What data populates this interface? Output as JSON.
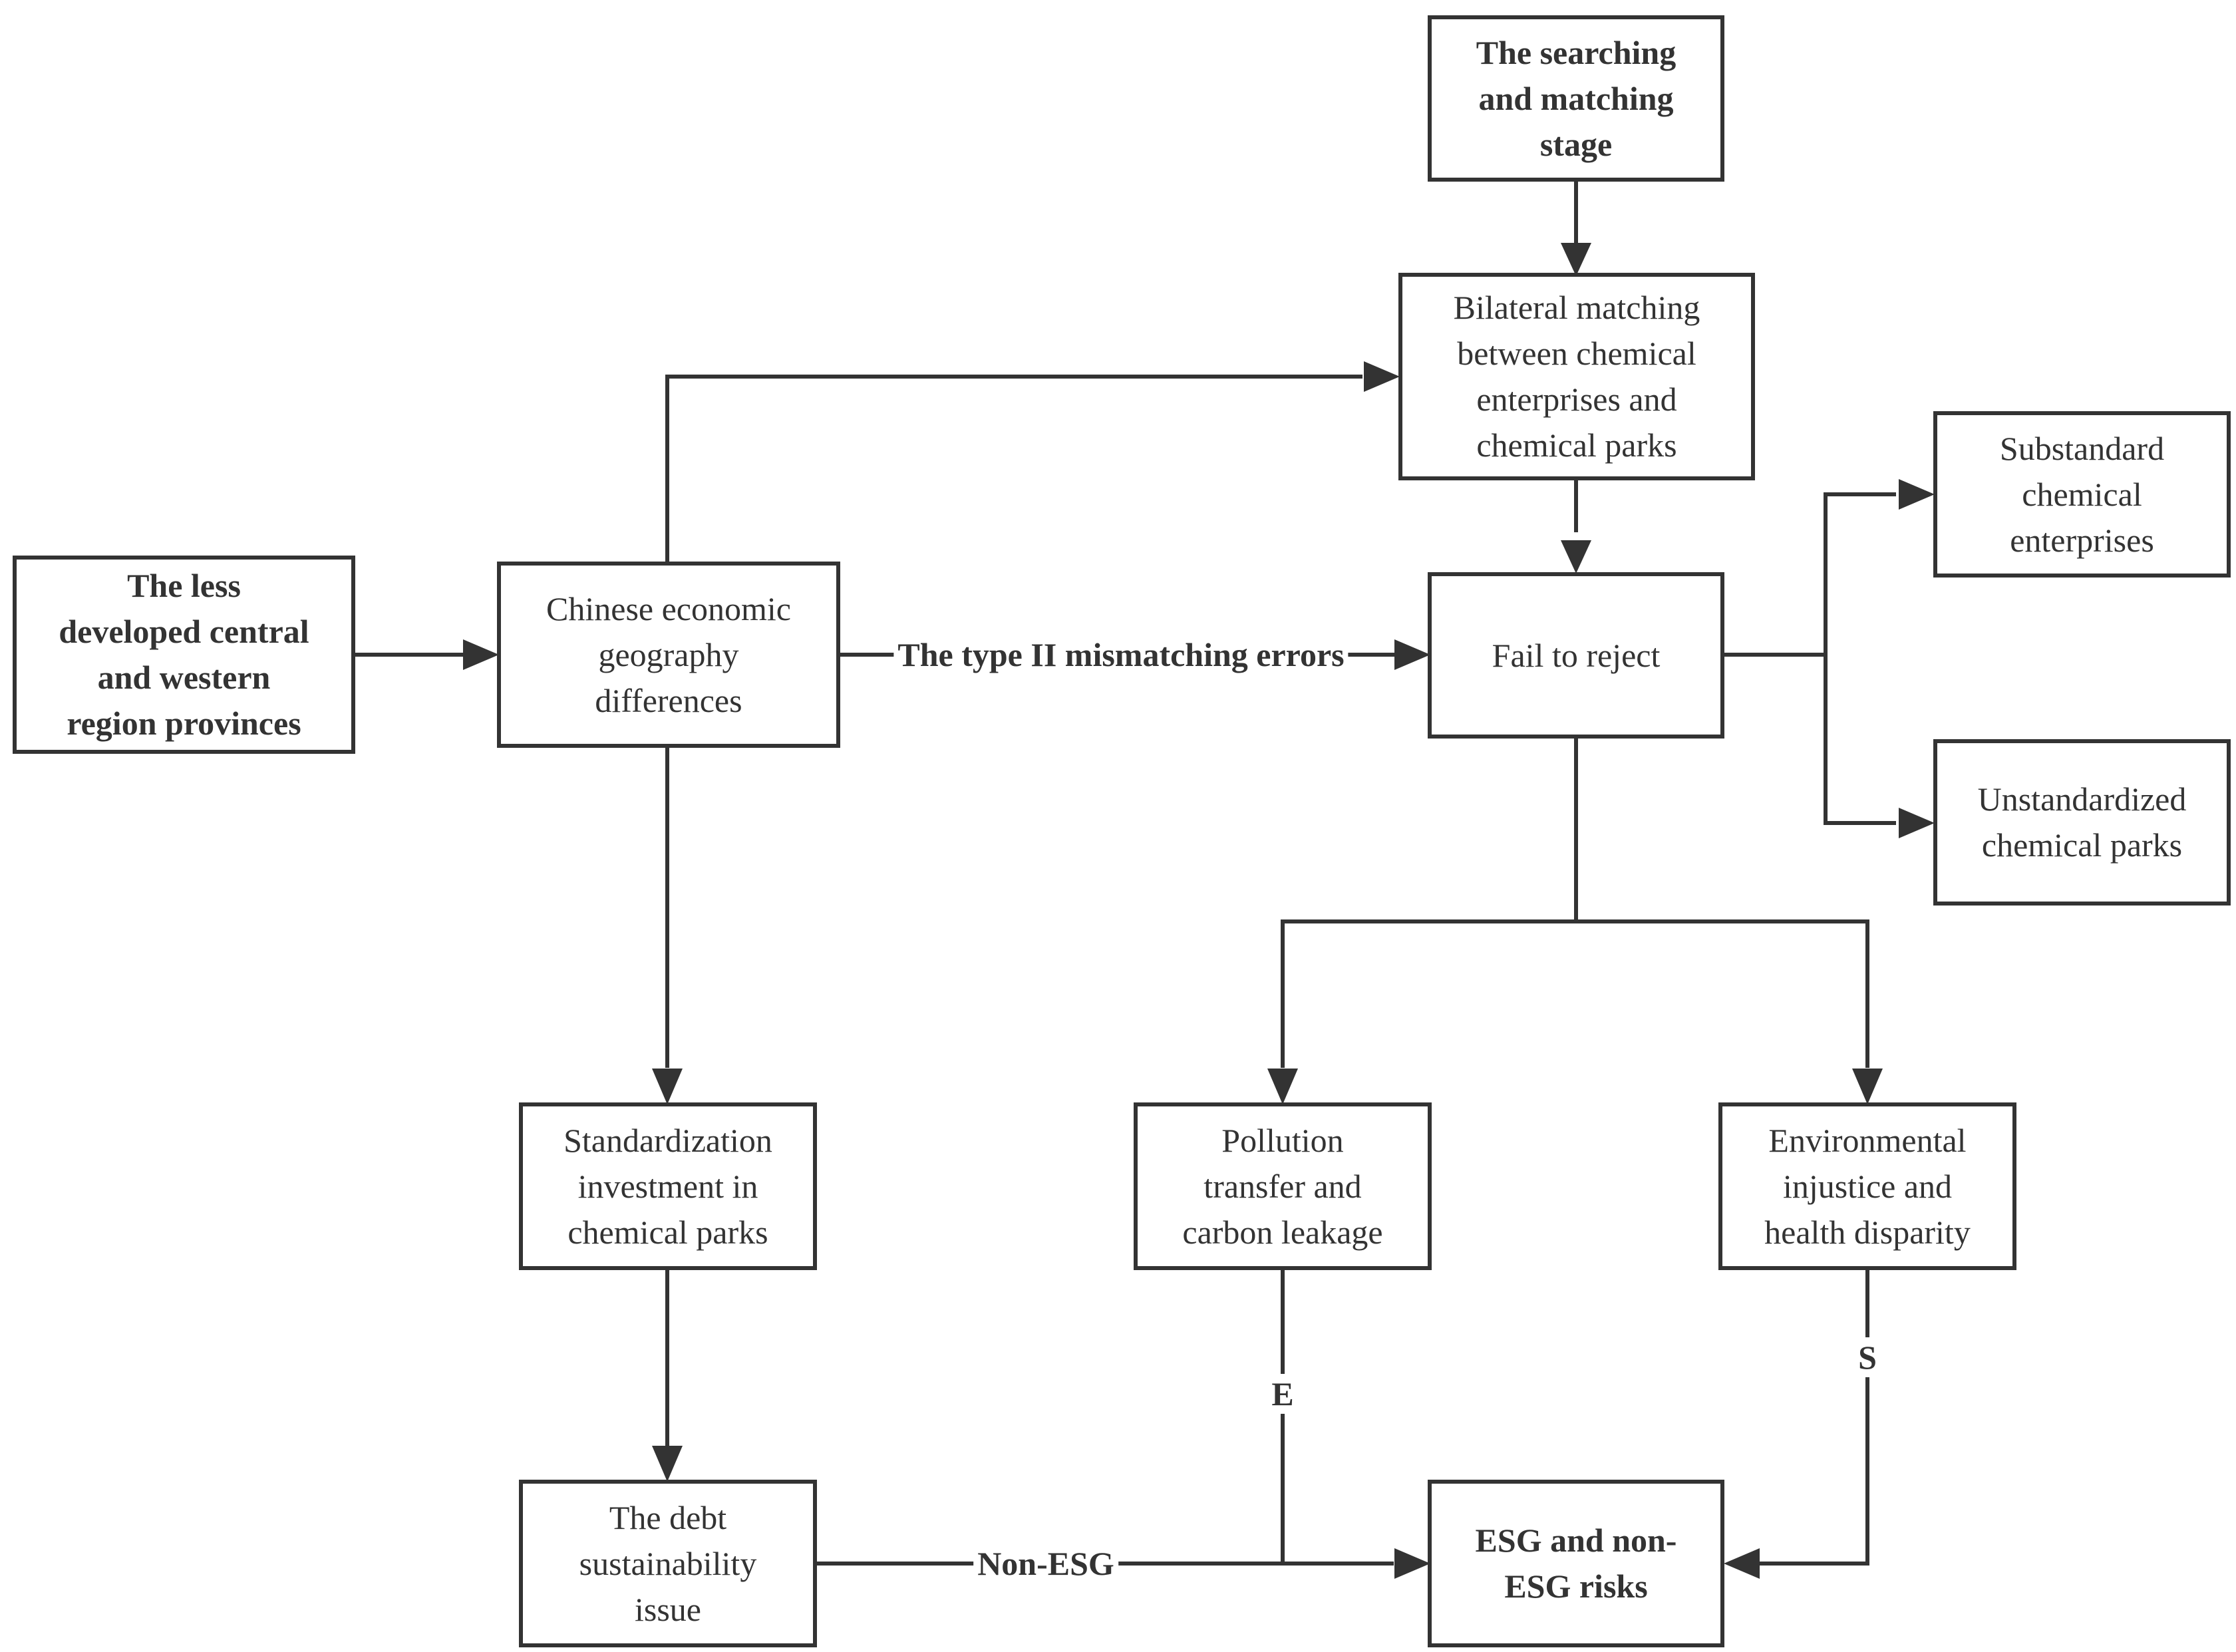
{
  "nodes": {
    "searching_stage": "The searching\nand matching\nstage",
    "bilateral_matching": "Bilateral matching\nbetween chemical\nenterprises and\nchemical parks",
    "less_developed": "The less\ndeveloped central\nand western\nregion provinces",
    "chinese_geography": "Chinese economic\ngeography\ndifferences",
    "fail_to_reject": "Fail to reject",
    "substandard_enterprises": "Substandard\nchemical\nenterprises",
    "unstandardized_parks": "Unstandardized\nchemical parks",
    "standardization_investment": "Standardization\ninvestment in\nchemical parks",
    "pollution_transfer": "Pollution\ntransfer and\ncarbon leakage",
    "environmental_injustice": "Environmental\ninjustice and\nhealth disparity",
    "debt_sustainability": "The debt\nsustainability\nissue",
    "esg_risks": "ESG and non-\nESG risks"
  },
  "edge_labels": {
    "type_ii_errors": "The type II mismatching errors",
    "non_esg": "Non-ESG",
    "e": "E",
    "s": "S"
  },
  "colors": {
    "line": "#333333",
    "background": "#ffffff"
  }
}
